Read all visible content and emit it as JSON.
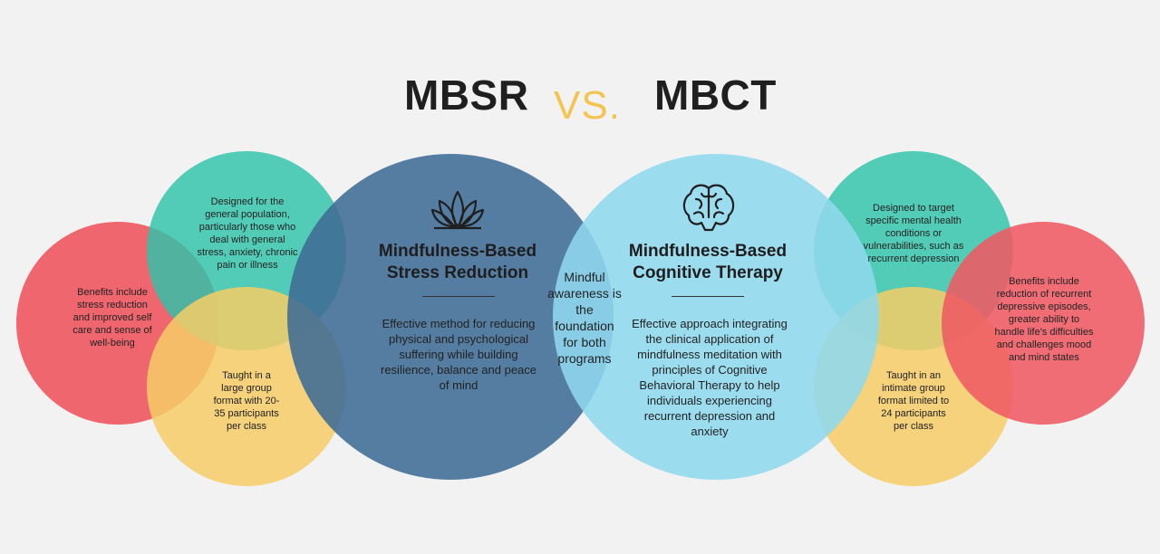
{
  "header": {
    "left_title": "MBSR",
    "vs": "VS.",
    "right_title": "MBCT"
  },
  "colors": {
    "background": "#f2f2f2",
    "red": "#ef5a63",
    "teal": "#2ec3a9",
    "yellow": "#f6cd66",
    "dark_blue": "#3f6b95",
    "light_blue": "#8fd8ee",
    "vs": "#f3c550"
  },
  "mbsr": {
    "icon": "lotus-icon",
    "heading_line1": "Mindfulness-Based",
    "heading_line2": "Stress Reduction",
    "description": "Effective method for reducing physical and psychological suffering while building resilience, balance and peace of mind",
    "population": "Designed for the general population, particularly those who deal with general stress, anxiety, chronic pain or illness",
    "benefits": "Benefits include stress reduction and improved self care and sense of well-being",
    "format": "Taught in a large group format with 20-35 participants per class"
  },
  "mbct": {
    "icon": "brain-icon",
    "heading_line1": "Mindfulness-Based",
    "heading_line2": "Cognitive Therapy",
    "description": "Effective approach integrating the clinical application of mindfulness meditation with principles of Cognitive Behavioral Therapy to help individuals experiencing recurrent depression and anxiety",
    "population": "Designed to target specific mental health conditions or vulnerabilities, such as recurrent depression",
    "benefits": "Benefits include reduction of recurrent depressive episodes, greater ability to handle life's difficulties and challenges mood and mind states",
    "format": "Taught in an intimate group format limited to 24 participants per class"
  },
  "center": {
    "shared": "Mindful awareness is the foundation for both programs"
  }
}
